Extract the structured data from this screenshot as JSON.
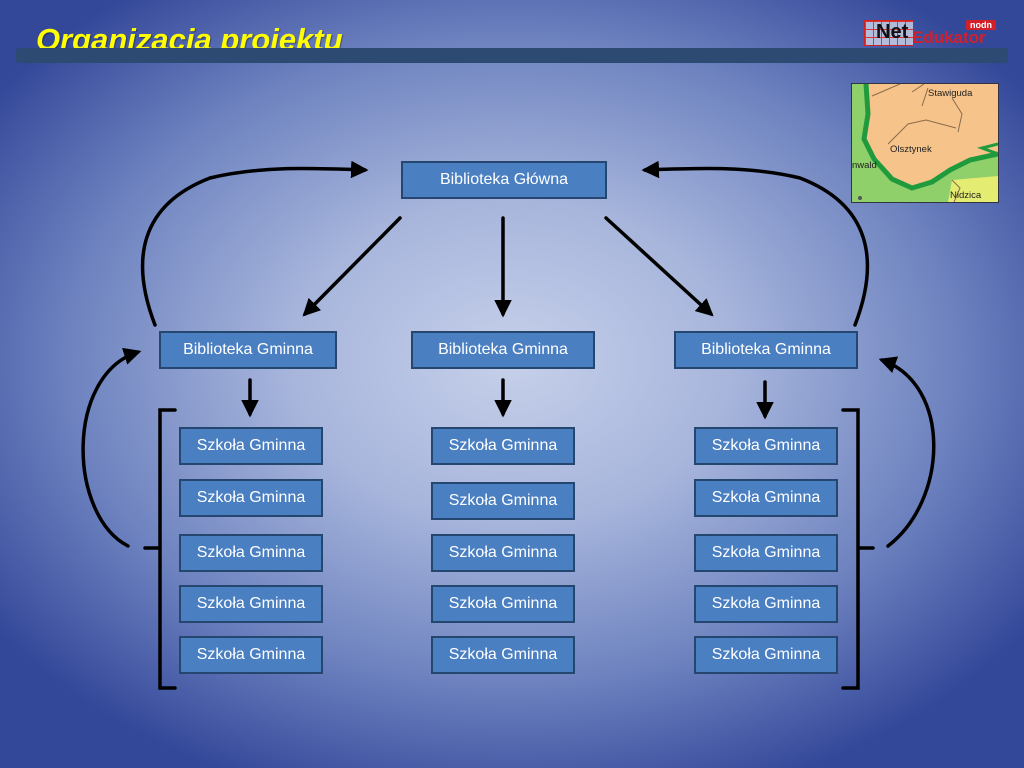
{
  "slide": {
    "title": "Organizacja projektu"
  },
  "logo": {
    "net": "Net",
    "edukator": "Edukator",
    "badge": "nodn"
  },
  "map": {
    "labels": [
      "Stawiguda",
      "Olsztynek",
      "nwald",
      "Nidzica"
    ]
  },
  "diagram": {
    "main_library": "Biblioteka Główna",
    "municipal_libraries": [
      "Biblioteka Gminna",
      "Biblioteka Gminna",
      "Biblioteka Gminna"
    ],
    "school_columns": [
      [
        "Szkoła Gminna",
        "Szkoła Gminna",
        "Szkoła Gminna",
        "Szkoła Gminna",
        "Szkoła Gminna"
      ],
      [
        "Szkoła Gminna",
        "Szkoła Gminna",
        "Szkoła Gminna",
        "Szkoła Gminna",
        "Szkoła Gminna"
      ],
      [
        "Szkoła Gminna",
        "Szkoła Gminna",
        "Szkoła Gminna",
        "Szkoła Gminna",
        "Szkoła Gminna"
      ]
    ]
  },
  "colors": {
    "title": "#ffff00",
    "node_fill": "#4a7fc2",
    "node_border": "#25466f",
    "title_bar": "#2c4a72"
  }
}
